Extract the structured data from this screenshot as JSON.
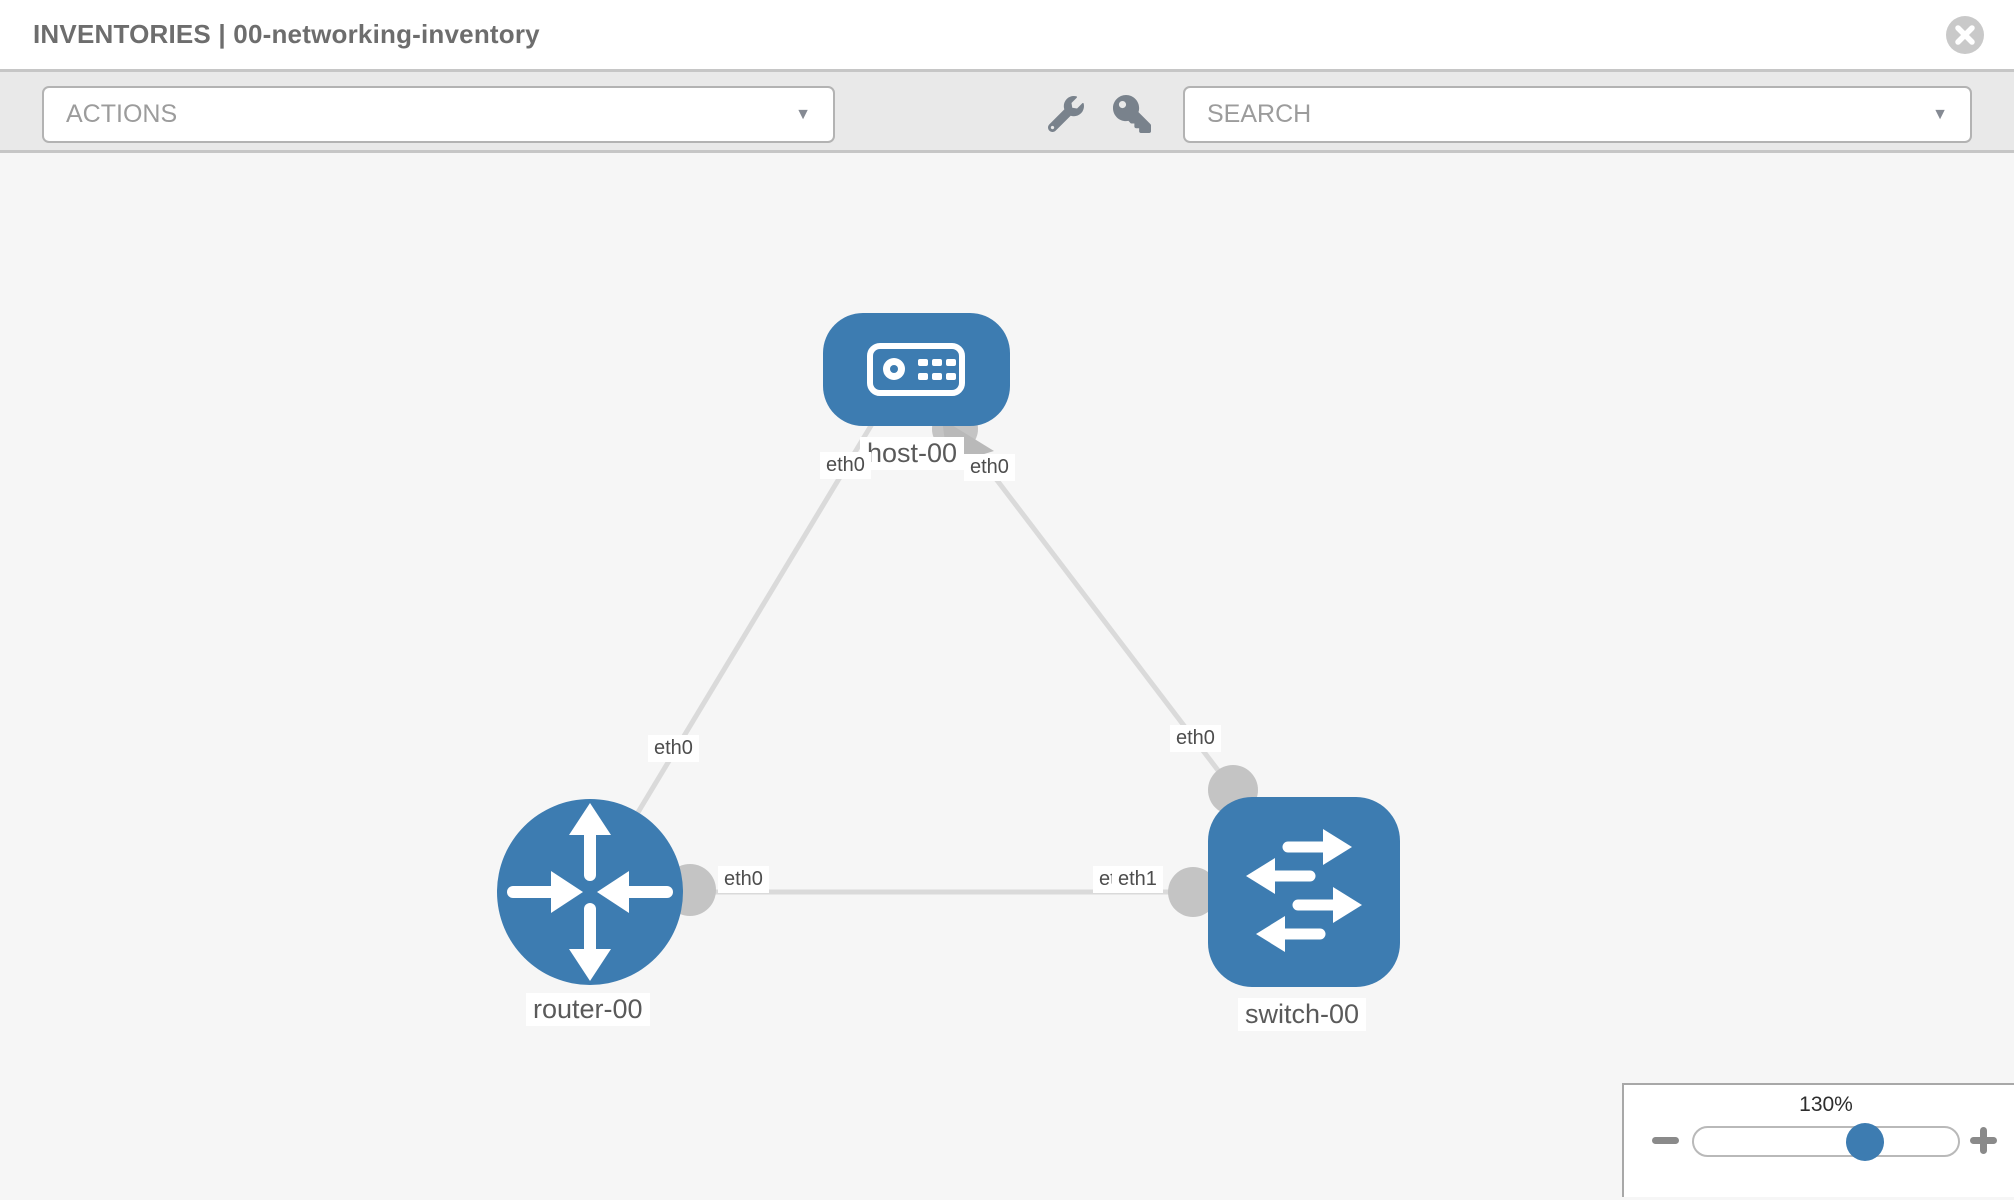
{
  "header": {
    "title": "INVENTORIES | 00-networking-inventory"
  },
  "toolbar": {
    "actions_label": "ACTIONS",
    "search_placeholder": "SEARCH"
  },
  "icons": {
    "dropdown_caret": "▼",
    "wrench": "wrench-icon",
    "key": "key-icon",
    "close": "close-icon"
  },
  "diagram": {
    "nodes": [
      {
        "id": "host-00",
        "label": "host-00",
        "type": "host"
      },
      {
        "id": "router-00",
        "label": "router-00",
        "type": "router"
      },
      {
        "id": "switch-00",
        "label": "switch-00",
        "type": "switch"
      }
    ],
    "links": [
      {
        "source": "host-00",
        "source_interface": "eth0",
        "target": "router-00",
        "target_interface": "eth0"
      },
      {
        "source": "host-00",
        "source_interface": "eth0",
        "target": "switch-00",
        "target_interface": "eth0"
      },
      {
        "source": "router-00",
        "source_interface": "eth0",
        "target": "switch-00",
        "target_interface": "eth1"
      }
    ],
    "labels": {
      "host": "host-00",
      "router": "router-00",
      "switch": "switch-00",
      "host_if_left": "eth0",
      "host_if_right": "eth0",
      "link_host_router_if": "eth0",
      "link_host_switch_if": "eth0",
      "link_router_switch_if_router": "eth0",
      "link_router_switch_if_back": "eth0",
      "link_router_switch_if_front": "eth1"
    }
  },
  "zoom_control": {
    "value": "130%",
    "level": 130
  },
  "colors": {
    "node_blue": "#3d7cb1",
    "edge_gray": "#dadada",
    "connector_gray": "#c4c4c4",
    "toolbar_gray": "#e9e9e9",
    "canvas_gray": "#f6f6f6"
  }
}
